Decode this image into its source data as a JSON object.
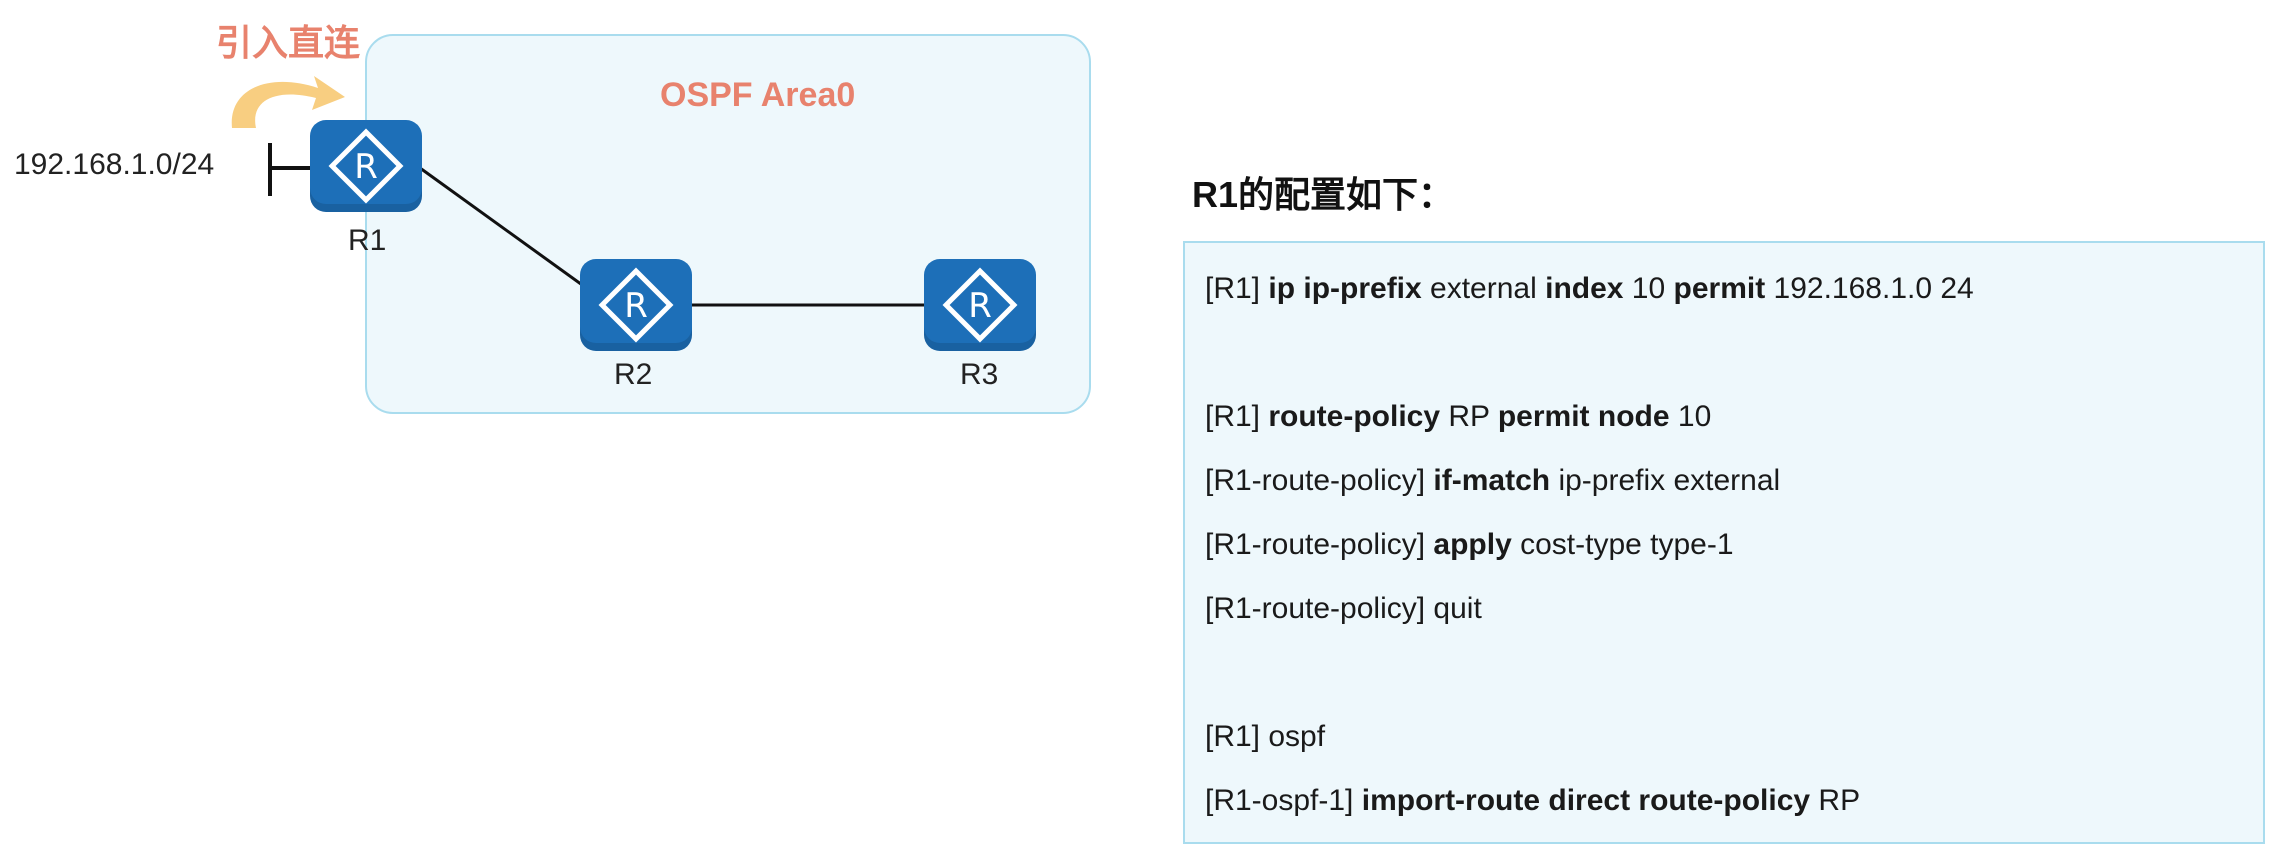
{
  "diagram": {
    "area_title": "OSPF Area0",
    "import_label": "引入直连",
    "network_label": "192.168.1.0/24",
    "routers": [
      {
        "name": "R1",
        "icon": "R"
      },
      {
        "name": "R2",
        "icon": "R"
      },
      {
        "name": "R3",
        "icon": "R"
      }
    ],
    "colors": {
      "router": "#1d6fb8",
      "accent": "#e8826d",
      "area_fill": "#eef8fc",
      "area_border": "#a9dcee",
      "arrow": "#f7c56b"
    }
  },
  "config": {
    "title": "R1的配置如下：",
    "lines": [
      {
        "segments": [
          {
            "t": "[R1] ",
            "b": false
          },
          {
            "t": "ip ip-prefix",
            "b": true
          },
          {
            "t": " external ",
            "b": false
          },
          {
            "t": "index",
            "b": true
          },
          {
            "t": " 10 ",
            "b": false
          },
          {
            "t": "permit",
            "b": true
          },
          {
            "t": " 192.168.1.0 24",
            "b": false
          }
        ]
      },
      {
        "segments": [
          {
            "t": "[R1] ",
            "b": false
          },
          {
            "t": "route-policy",
            "b": true
          },
          {
            "t": " RP ",
            "b": false
          },
          {
            "t": "permit node",
            "b": true
          },
          {
            "t": " 10",
            "b": false
          }
        ]
      },
      {
        "segments": [
          {
            "t": "[R1-route-policy] ",
            "b": false
          },
          {
            "t": "if-match",
            "b": true
          },
          {
            "t": " ip-prefix external",
            "b": false
          }
        ]
      },
      {
        "segments": [
          {
            "t": "[R1-route-policy] ",
            "b": false
          },
          {
            "t": "apply",
            "b": true
          },
          {
            "t": " cost-type type-1",
            "b": false
          }
        ]
      },
      {
        "segments": [
          {
            "t": "[R1-route-policy] quit",
            "b": false
          }
        ]
      },
      {
        "segments": [
          {
            "t": "[R1] ospf",
            "b": false
          }
        ]
      },
      {
        "segments": [
          {
            "t": "[R1-ospf-1] ",
            "b": false
          },
          {
            "t": "import-route direct route-policy",
            "b": true
          },
          {
            "t": " RP",
            "b": false
          }
        ]
      }
    ]
  }
}
